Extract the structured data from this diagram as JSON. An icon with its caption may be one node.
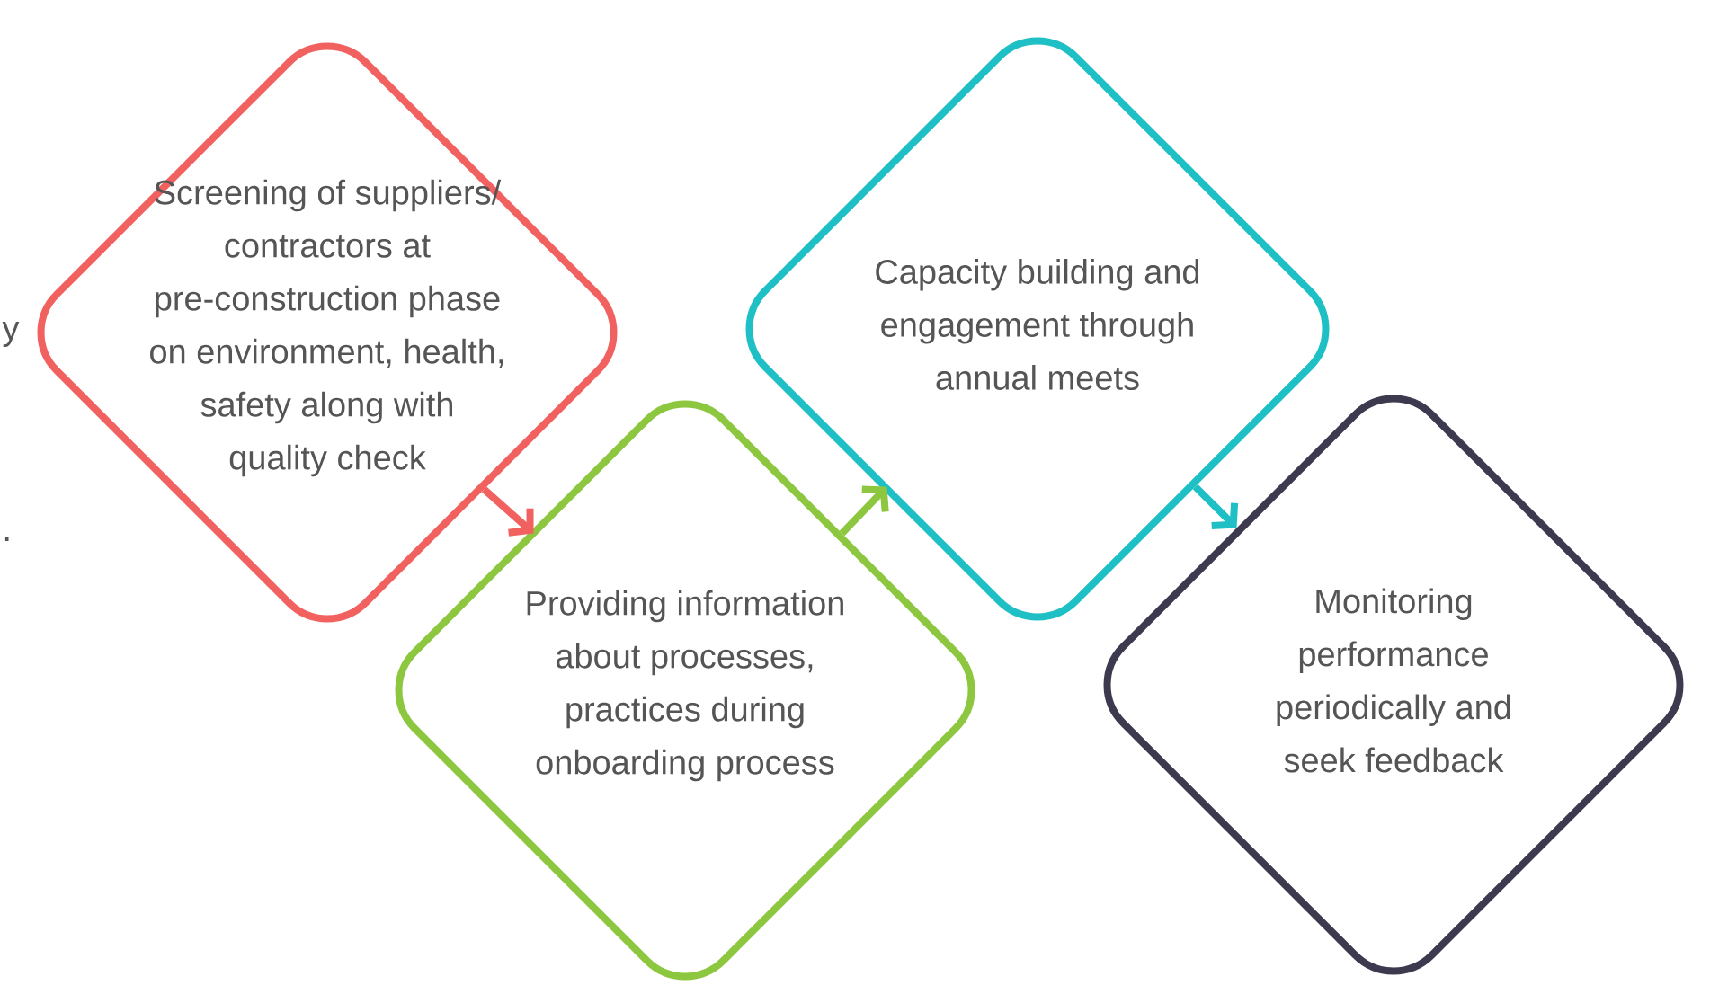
{
  "diagram": {
    "nodes": [
      {
        "text": [
          "Screening of suppliers/ contractors at pre-construction phase on environment, health, safety along with quality check"
        ]
      },
      {
        "text": [
          "Providing information about processes, practices during onboarding process"
        ]
      },
      {
        "text": [
          "Capacity building and engagement through annual meets"
        ]
      },
      {
        "text": [
          "Monitoring performance periodically and seek feedback"
        ]
      }
    ],
    "edges": [
      {
        "from": 0,
        "to": 1,
        "arrow": "to",
        "color": "#f0615f"
      },
      {
        "from": 1,
        "to": 2,
        "arrow": "to",
        "color": "#8dc63f"
      },
      {
        "from": 2,
        "to": 3,
        "arrow": "to",
        "color": "#1fbfc6"
      }
    ],
    "labels": [
      "y",
      "."
    ]
  }
}
